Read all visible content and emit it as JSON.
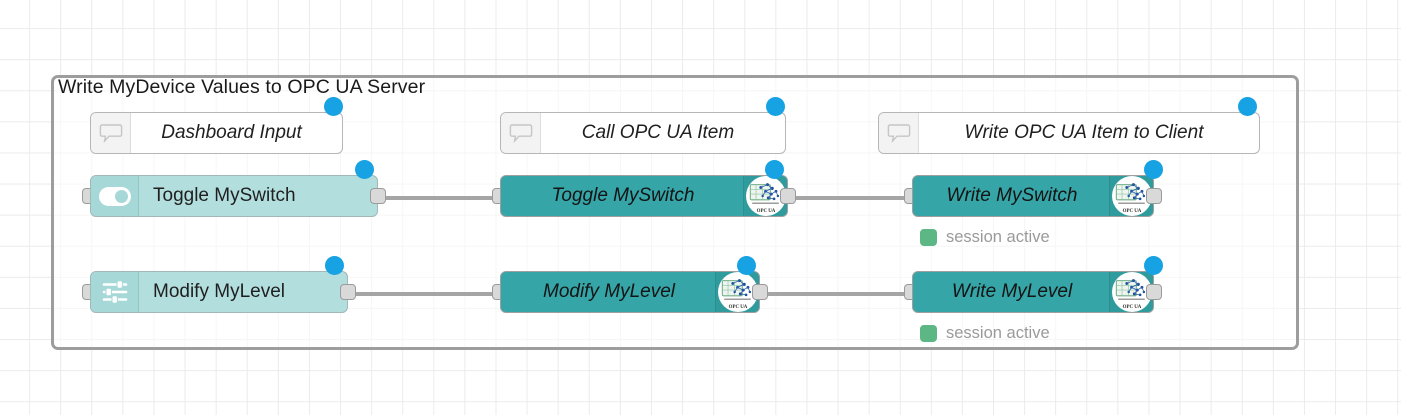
{
  "canvas": {
    "background_color": "#ffffff",
    "grid_color": "#ebebeb"
  },
  "group": {
    "label": "Write MyDevice Values to OPC UA Server",
    "border_color": "#9d9d9d"
  },
  "palette": {
    "dashboard_node_color": "#b3dede",
    "opcua_node_color": "#35a5a7",
    "selection_dot_color": "#17a2e3",
    "status_ok_color": "#5cb785",
    "wire_color": "#a5a5a5",
    "port_color": "#d9d9d9"
  },
  "comments": [
    {
      "label": "Dashboard Input",
      "icon": "comment-icon"
    },
    {
      "label": "Call OPC UA Item",
      "icon": "comment-icon"
    },
    {
      "label": "Write OPC UA Item to Client",
      "icon": "comment-icon"
    }
  ],
  "rows": [
    {
      "name": "switch-row",
      "input_node": {
        "label": "Toggle MySwitch",
        "icon": "toggle-switch-icon",
        "type": "dashboard"
      },
      "middle_node": {
        "label": "Toggle MySwitch",
        "icon": "opcua-logo-icon",
        "type": "opcua"
      },
      "output_node": {
        "label": "Write MySwitch",
        "icon": "opcua-logo-icon",
        "type": "opcua",
        "status": {
          "text": "session active",
          "color": "#5cb785"
        }
      }
    },
    {
      "name": "level-row",
      "input_node": {
        "label": "Modify MyLevel",
        "icon": "sliders-icon",
        "type": "dashboard"
      },
      "middle_node": {
        "label": "Modify MyLevel",
        "icon": "opcua-logo-icon",
        "type": "opcua"
      },
      "output_node": {
        "label": "Write MyLevel",
        "icon": "opcua-logo-icon",
        "type": "opcua",
        "status": {
          "text": "session active",
          "color": "#5cb785"
        }
      }
    }
  ],
  "opcua_logo": {
    "caption": "OPC UA"
  }
}
